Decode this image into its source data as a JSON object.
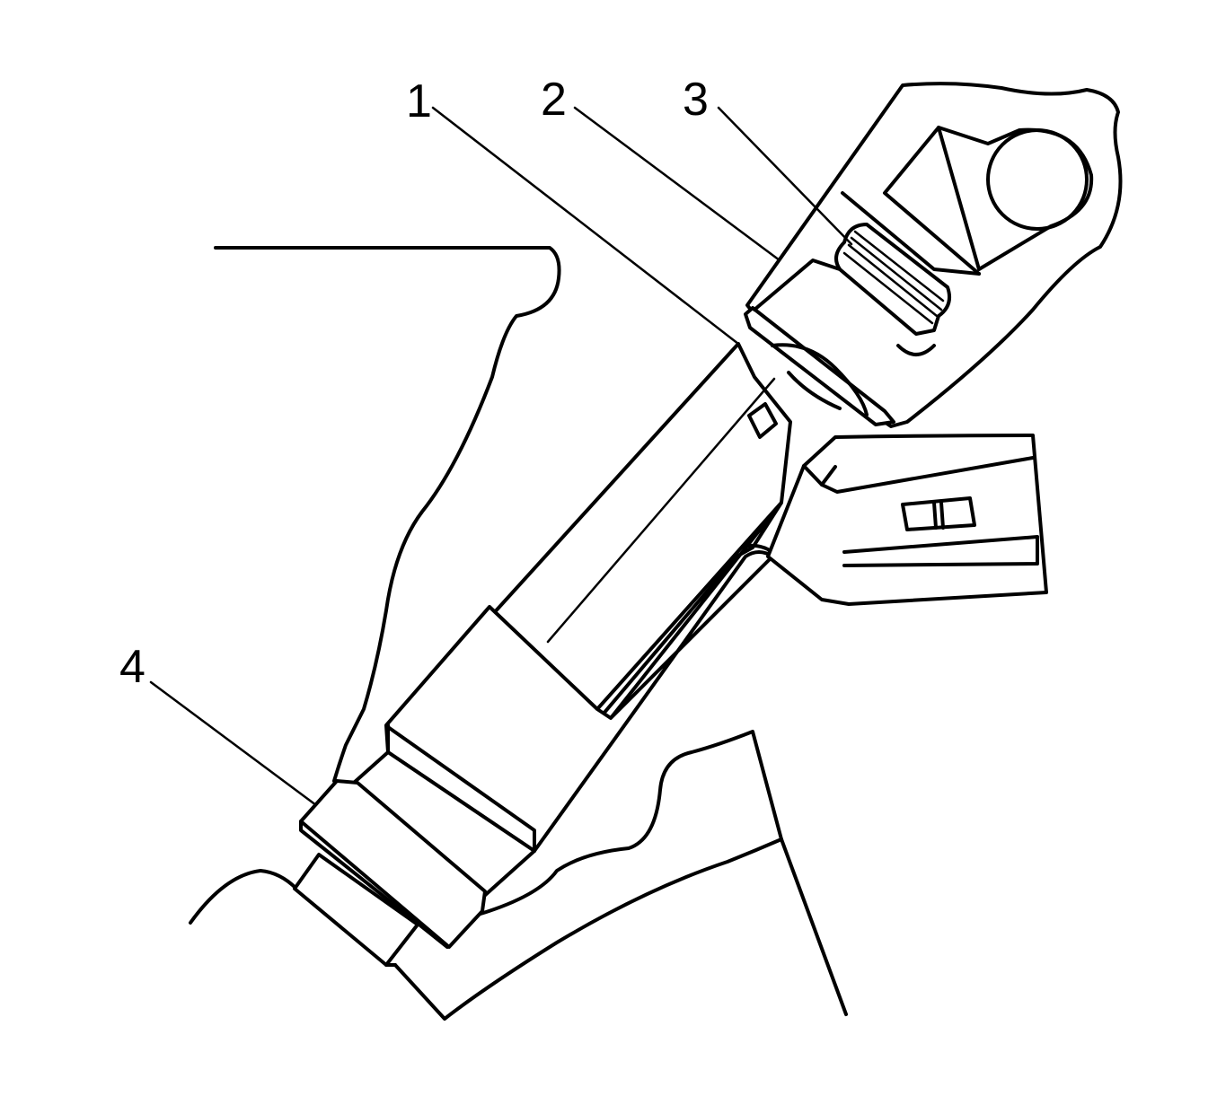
{
  "callouts": [
    {
      "id": "1",
      "label": "1"
    },
    {
      "id": "2",
      "label": "2"
    },
    {
      "id": "3",
      "label": "3"
    },
    {
      "id": "4",
      "label": "4"
    }
  ],
  "colors": {
    "stroke": "#000000",
    "background": "#ffffff"
  }
}
